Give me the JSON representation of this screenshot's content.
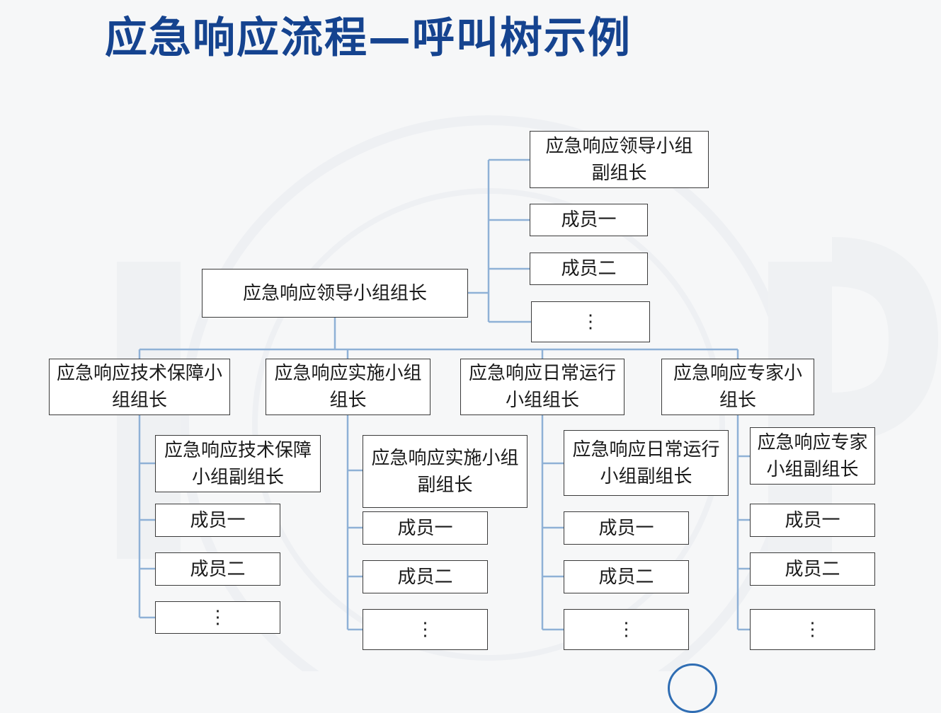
{
  "title": "应急响应流程—呼叫树示例",
  "colors": {
    "title": "#15438f",
    "connector": "#8fb1d6",
    "box_border": "#3a3a3a",
    "background": "#f6f7f8"
  },
  "tree": {
    "root": {
      "label": "应急响应领导小组组长",
      "members": [
        "应急响应领导小组\n副组长",
        "成员一",
        "成员二",
        "⋮"
      ]
    },
    "groups": [
      {
        "label": "应急响应技术保障小\n组组长",
        "members": [
          "应急响应技术保障\n小组副组长",
          "成员一",
          "成员二",
          "⋮"
        ]
      },
      {
        "label": "应急响应实施小组\n组长",
        "members": [
          "应急响应实施小组\n副组长",
          "成员一",
          "成员二",
          "⋮"
        ]
      },
      {
        "label": "应急响应日常运行\n小组组长",
        "members": [
          "应急响应日常运行\n小组副组长",
          "成员一",
          "成员二",
          "⋮"
        ]
      },
      {
        "label": "应急响应专家小\n组长",
        "members": [
          "应急响应专家\n小组副组长",
          "成员一",
          "成员二",
          "⋮"
        ]
      }
    ]
  }
}
